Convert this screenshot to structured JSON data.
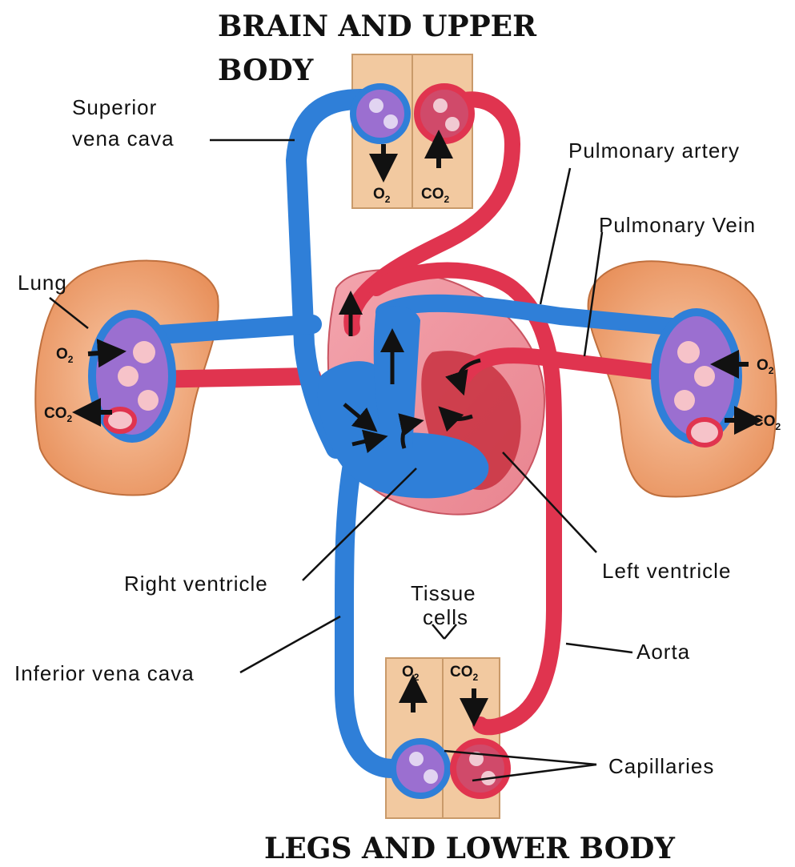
{
  "headings": {
    "top_line1": "BRAIN AND UPPER",
    "top_line2": "BODY",
    "bottom": "LEGS AND LOWER BODY"
  },
  "labels": {
    "superior_vena_cava_1": "Superior",
    "superior_vena_cava_2": "vena cava",
    "pulmonary_artery": "Pulmonary artery",
    "pulmonary_vein": "Pulmonary Vein",
    "lung": "Lung",
    "right_ventricle": "Right ventricle",
    "left_ventricle": "Left ventricle",
    "tissue_cells_1": "Tissue",
    "tissue_cells_2": "cells",
    "aorta": "Aorta",
    "inferior_vena_cava": "Inferior vena cava",
    "capillaries": "Capillaries"
  },
  "gases": {
    "o2": "O",
    "co2": "CO",
    "subscript": "2"
  },
  "colors": {
    "deoxygenated": "#2f7fd8",
    "oxygenated": "#e0344f",
    "tissue": "#f2c9a0",
    "lung": "#f0a070",
    "capillary_mix": "#9b6fd0"
  }
}
